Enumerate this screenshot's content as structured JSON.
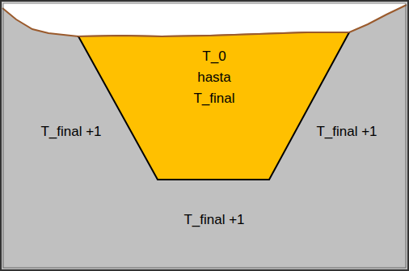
{
  "diagram": {
    "nodes": [
      {
        "text": [
          "T_final +1",
          "T_final +1",
          "T_final +1"
        ]
      },
      {
        "text": [
          "T_0 hasta T_final"
        ],
        "in": 0
      }
    ]
  }
}
